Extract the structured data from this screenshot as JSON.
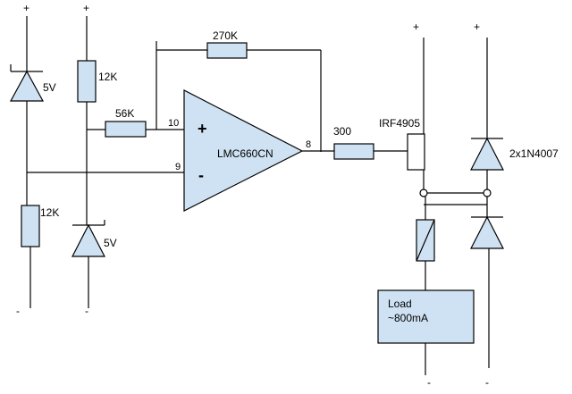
{
  "rails": {
    "plus": "+",
    "minus": "-"
  },
  "resistors": {
    "r270k": "270K",
    "r56k": "56K",
    "r12k_top": "12K",
    "r12k_bottom": "12K",
    "r300": "300"
  },
  "zeners": {
    "z_left": "5V",
    "z_right": "5V"
  },
  "opamp": {
    "name": "LMC660CN",
    "plus_sign": "+",
    "minus_sign": "-",
    "pin_noninv": "10",
    "pin_inv": "9",
    "pin_out": "8"
  },
  "mosfet": {
    "name": "IRF4905"
  },
  "diodes": {
    "name": "2x1N4007"
  },
  "load": {
    "line1": "Load",
    "line2": "~800mA"
  },
  "colors": {
    "component_fill": "#cfe2f3",
    "wire": "#000000"
  }
}
